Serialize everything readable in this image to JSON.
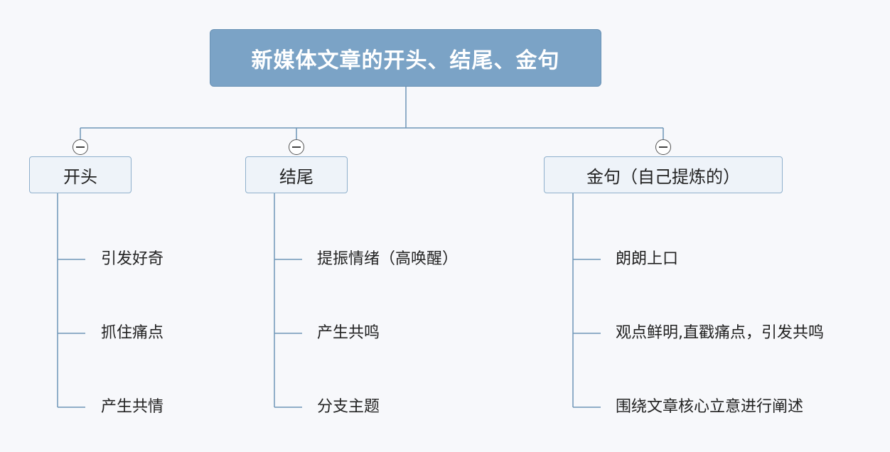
{
  "root": {
    "title": "新媒体文章的开头、结尾、金句"
  },
  "branches": [
    {
      "label": "开头",
      "children": [
        "引发好奇",
        "抓住痛点",
        "产生共情"
      ]
    },
    {
      "label": "结尾",
      "children": [
        "提振情绪（高唤醒）",
        "产生共鸣",
        "分支主题"
      ]
    },
    {
      "label": "金句（自己提炼的）",
      "children": [
        "朗朗上口",
        "观点鲜明,直戳痛点，引发共鸣",
        "围绕文章核心立意进行阐述"
      ]
    }
  ],
  "colors": {
    "root_fill": "#7ba3c6",
    "branch_fill": "#eef3f9",
    "branch_border": "#8fb0cc",
    "connector": "#6f96b8"
  }
}
